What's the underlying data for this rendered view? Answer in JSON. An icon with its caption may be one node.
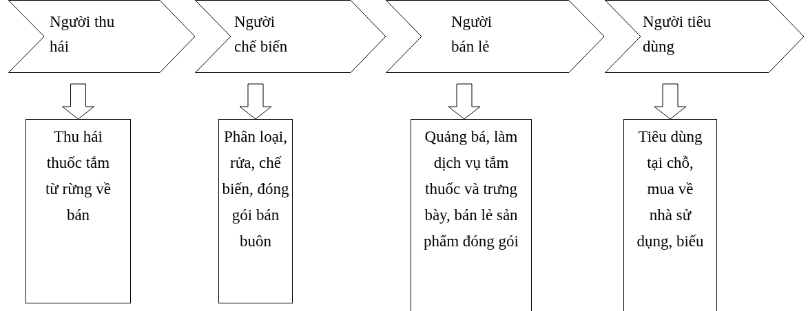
{
  "diagram": {
    "nodes": [
      {
        "text": [
          "Người thu hái"
        ]
      },
      {
        "text": [
          "Người chế biến"
        ]
      },
      {
        "text": [
          "Người bán lẻ"
        ]
      },
      {
        "text": [
          "Người tiêu dùng"
        ]
      },
      {
        "text": [
          "Thu hái thuốc tắm từ rừng về bán"
        ]
      },
      {
        "text": [
          "Phân loại, rửa, chế biến, đóng gói bán buôn"
        ]
      },
      {
        "text": [
          "Quảng bá, làm dịch vụ tắm thuốc và trưng bày, bán lẻ sản phẩm đóng gói"
        ]
      },
      {
        "text": [
          "Tiêu dùng tại chỗ, mua về nhà sử dụng, biếu"
        ]
      }
    ],
    "edges": [
      {
        "from": 0,
        "to": 4,
        "arrow": "to"
      },
      {
        "from": 1,
        "to": 5,
        "arrow": "to"
      },
      {
        "from": 2,
        "to": 6,
        "arrow": "to"
      },
      {
        "from": 3,
        "to": 7,
        "arrow": "to"
      }
    ]
  }
}
